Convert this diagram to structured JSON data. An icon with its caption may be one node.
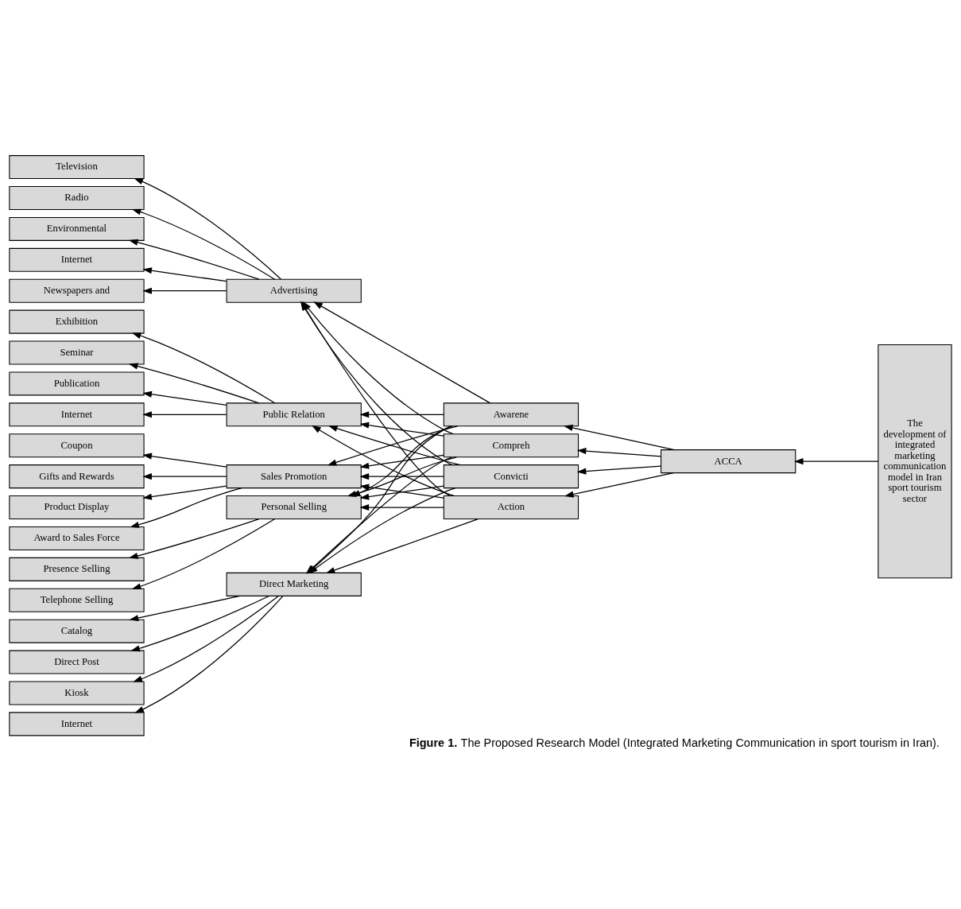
{
  "diagram": {
    "caption": "**Figure 1.** The Proposed Research Model (Integrated Marketing Communication in sport tourism in Iran).",
    "nodes": [
      {
        "text": [
          "Television"
        ]
      },
      {
        "text": [
          "Radio"
        ]
      },
      {
        "text": [
          "Environmental"
        ]
      },
      {
        "text": [
          "Internet"
        ]
      },
      {
        "text": [
          "Newspapers and"
        ]
      },
      {
        "text": [
          "Exhibition"
        ]
      },
      {
        "text": [
          "Seminar"
        ]
      },
      {
        "text": [
          "Publication"
        ]
      },
      {
        "text": [
          "Internet"
        ]
      },
      {
        "text": [
          "Coupon"
        ]
      },
      {
        "text": [
          "Gifts and Rewards"
        ]
      },
      {
        "text": [
          "Product Display"
        ]
      },
      {
        "text": [
          "Award to Sales Force"
        ]
      },
      {
        "text": [
          "Presence Selling"
        ]
      },
      {
        "text": [
          "Telephone Selling"
        ]
      },
      {
        "text": [
          "Catalog"
        ]
      },
      {
        "text": [
          "Direct Post"
        ]
      },
      {
        "text": [
          "Kiosk"
        ]
      },
      {
        "text": [
          "Internet"
        ]
      },
      {
        "text": [
          "Advertising"
        ]
      },
      {
        "text": [
          "Public Relation"
        ]
      },
      {
        "text": [
          "Sales Promotion"
        ]
      },
      {
        "text": [
          "Personal Selling"
        ]
      },
      {
        "text": [
          "Direct Marketing"
        ]
      },
      {
        "text": [
          "Awarene"
        ]
      },
      {
        "text": [
          "Compreh"
        ]
      },
      {
        "text": [
          "Convicti"
        ]
      },
      {
        "text": [
          "Action"
        ]
      },
      {
        "text": [
          "ACCA"
        ]
      },
      {
        "text": [
          "The development of integrated marketing communication model in Iran sport tourism sector"
        ]
      }
    ],
    "edges": [
      {
        "from": 29,
        "to": 28,
        "arrow": "to"
      },
      {
        "from": 28,
        "to": 24,
        "arrow": "to"
      },
      {
        "from": 28,
        "to": 25,
        "arrow": "to"
      },
      {
        "from": 28,
        "to": 26,
        "arrow": "to"
      },
      {
        "from": 28,
        "to": 27,
        "arrow": "to"
      },
      {
        "from": 24,
        "to": 19,
        "arrow": "to"
      },
      {
        "from": 24,
        "to": 20,
        "arrow": "to"
      },
      {
        "from": 24,
        "to": 21,
        "arrow": "to"
      },
      {
        "from": 24,
        "to": 22,
        "arrow": "to"
      },
      {
        "from": 24,
        "to": 23,
        "arrow": "to"
      },
      {
        "from": 25,
        "to": 19,
        "arrow": "to"
      },
      {
        "from": 25,
        "to": 20,
        "arrow": "to"
      },
      {
        "from": 25,
        "to": 21,
        "arrow": "to"
      },
      {
        "from": 25,
        "to": 22,
        "arrow": "to"
      },
      {
        "from": 25,
        "to": 23,
        "arrow": "to"
      },
      {
        "from": 26,
        "to": 19,
        "arrow": "to"
      },
      {
        "from": 26,
        "to": 20,
        "arrow": "to"
      },
      {
        "from": 26,
        "to": 21,
        "arrow": "to"
      },
      {
        "from": 26,
        "to": 22,
        "arrow": "to"
      },
      {
        "from": 26,
        "to": 23,
        "arrow": "to"
      },
      {
        "from": 27,
        "to": 19,
        "arrow": "to"
      },
      {
        "from": 27,
        "to": 20,
        "arrow": "to"
      },
      {
        "from": 27,
        "to": 21,
        "arrow": "to"
      },
      {
        "from": 27,
        "to": 22,
        "arrow": "to"
      },
      {
        "from": 27,
        "to": 23,
        "arrow": "to"
      },
      {
        "from": 19,
        "to": 0,
        "arrow": "to"
      },
      {
        "from": 19,
        "to": 1,
        "arrow": "to"
      },
      {
        "from": 19,
        "to": 2,
        "arrow": "to"
      },
      {
        "from": 19,
        "to": 3,
        "arrow": "to"
      },
      {
        "from": 19,
        "to": 4,
        "arrow": "to"
      },
      {
        "from": 20,
        "to": 5,
        "arrow": "to"
      },
      {
        "from": 20,
        "to": 6,
        "arrow": "to"
      },
      {
        "from": 20,
        "to": 7,
        "arrow": "to"
      },
      {
        "from": 20,
        "to": 8,
        "arrow": "to"
      },
      {
        "from": 21,
        "to": 9,
        "arrow": "to"
      },
      {
        "from": 21,
        "to": 10,
        "arrow": "to"
      },
      {
        "from": 21,
        "to": 11,
        "arrow": "to"
      },
      {
        "from": 21,
        "to": 12,
        "arrow": "to"
      },
      {
        "from": 22,
        "to": 13,
        "arrow": "to"
      },
      {
        "from": 22,
        "to": 14,
        "arrow": "to"
      },
      {
        "from": 23,
        "to": 15,
        "arrow": "to"
      },
      {
        "from": 23,
        "to": 16,
        "arrow": "to"
      },
      {
        "from": 23,
        "to": 17,
        "arrow": "to"
      },
      {
        "from": 23,
        "to": 18,
        "arrow": "to"
      }
    ]
  }
}
